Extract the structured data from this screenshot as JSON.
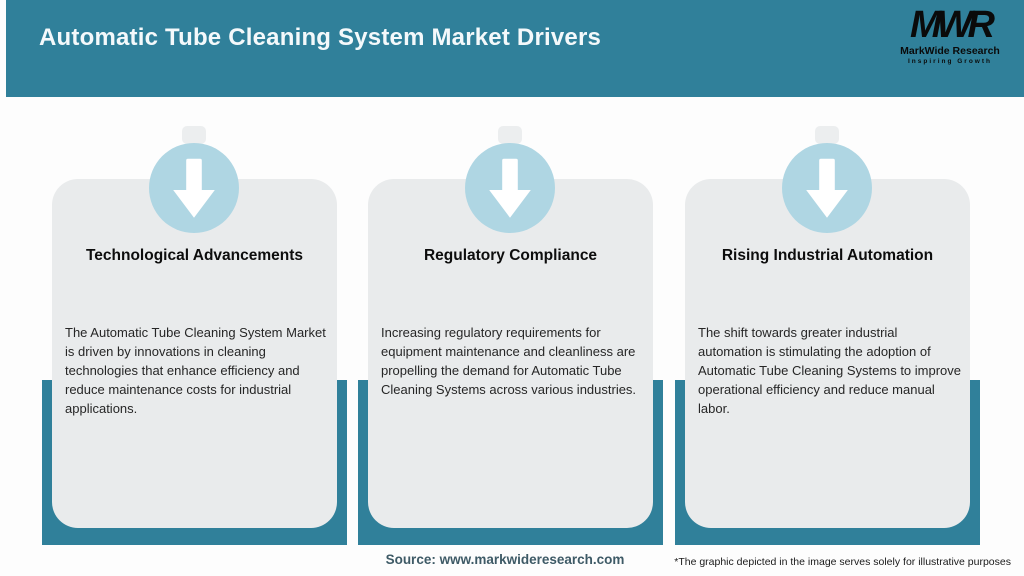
{
  "header": {
    "title": "Automatic Tube Cleaning System Market Drivers",
    "logo": {
      "mark": "MWR",
      "name": "MarkWide Research",
      "tagline": "Inspiring Growth"
    }
  },
  "cards": [
    {
      "title": "Technological Advancements",
      "body": "The Automatic Tube Cleaning System Market is driven by innovations in cleaning technologies that enhance efficiency and reduce maintenance costs for industrial applications.",
      "icon": "down-arrow-icon"
    },
    {
      "title": "Regulatory Compliance",
      "body": "Increasing regulatory requirements for equipment maintenance and cleanliness are propelling the demand for Automatic Tube Cleaning Systems across various industries.",
      "icon": "down-arrow-icon"
    },
    {
      "title": "Rising Industrial Automation",
      "body": "The shift towards greater industrial automation is stimulating the adoption of Automatic Tube Cleaning Systems to improve operational efficiency and reduce manual labor.",
      "icon": "down-arrow-icon"
    }
  ],
  "footer": {
    "source": "Source: www.markwideresearch.com",
    "disclaimer": "*The graphic depicted in the image serves solely for illustrative purposes"
  },
  "colors": {
    "header_teal": "#30809A",
    "band_teal": "#30809A",
    "circle_blue": "#AFD6E3",
    "card_bg": "#E9EBEC",
    "title_text": "#F4F9FB",
    "source_text": "#3E5A66"
  }
}
